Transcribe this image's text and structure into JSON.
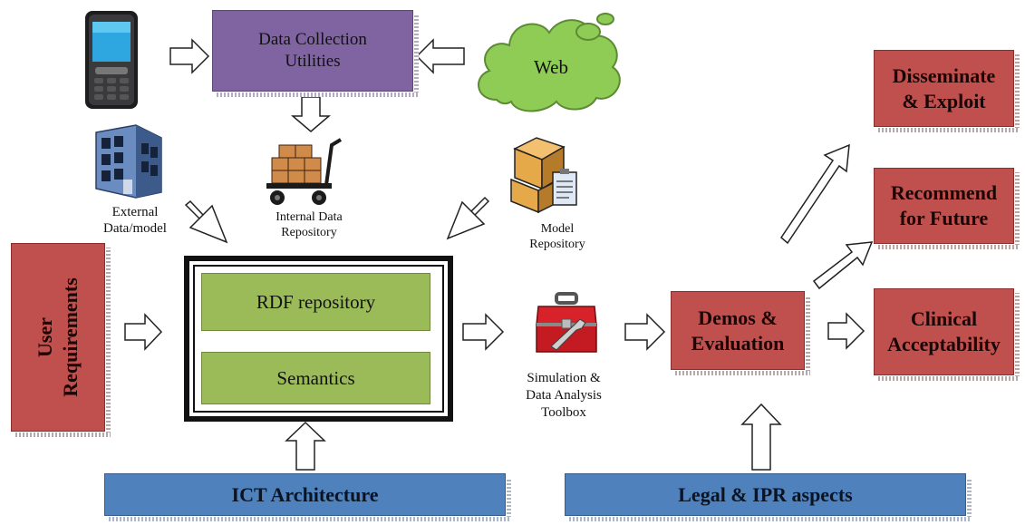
{
  "boxes": {
    "data_collection": [
      "Data Collection",
      "Utilities"
    ],
    "web": "Web",
    "disseminate": [
      "Disseminate",
      "& Exploit"
    ],
    "recommend": [
      "Recommend",
      "for Future"
    ],
    "clinical": [
      "Clinical",
      "Acceptability"
    ],
    "demos": [
      "Demos &",
      "Evaluation"
    ],
    "user_requirements": [
      "User",
      "Requirements"
    ],
    "rdf_repository": "RDF repository",
    "semantics": "Semantics",
    "ict_architecture": "ICT Architecture",
    "legal_ipr": "Legal & IPR aspects"
  },
  "labels": {
    "external": [
      "External",
      "Data/model"
    ],
    "internal": [
      "Internal Data",
      "Repository"
    ],
    "model_repo": [
      "Model",
      "Repository"
    ],
    "toolbox": [
      "Simulation &",
      "Data Analysis",
      "Toolbox"
    ]
  },
  "icons": {
    "phone": "mobile-phone-icon",
    "building": "building-icon",
    "cart": "hand-truck-boxes-icon",
    "model": "box-clipboard-icon",
    "toolbox": "red-toolbox-icon",
    "cloud": "cloud-icon"
  },
  "colors": {
    "red_box": "#c0504d",
    "purple_box": "#8064a2",
    "blue_box": "#4f81bd",
    "green_box": "#9bbb59",
    "cloud": "#8fcc55"
  }
}
